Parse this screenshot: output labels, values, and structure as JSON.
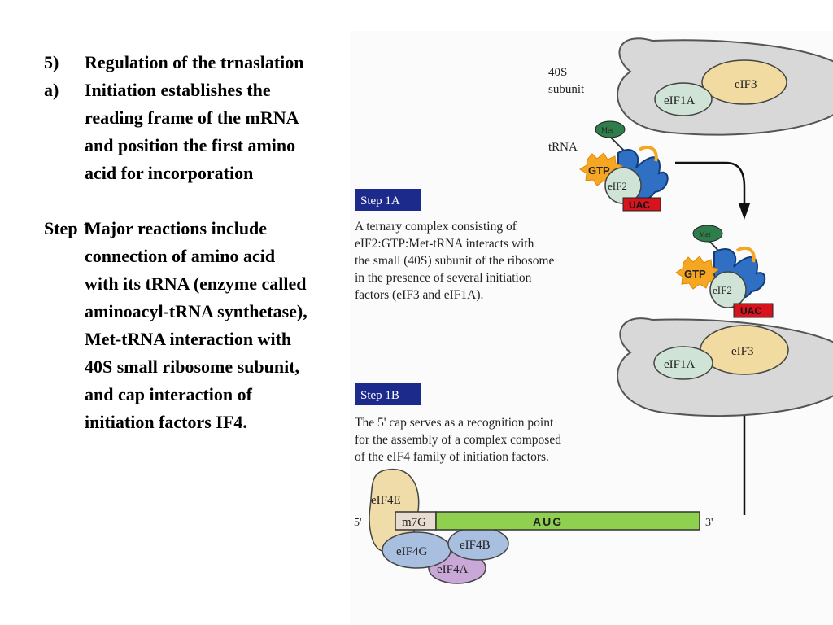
{
  "text": {
    "heading_num": "5)",
    "heading": "Regulation of the trnaslation",
    "item_a_marker": "a)",
    "item_a": "Initiation establishes the reading frame of the mRNA and position the first amino acid for incorporation",
    "step1_lead": "Step 1",
    "step1": "Major reactions include connection of amino acid with its tRNA (enzyme called aminoacyl-tRNA synthetase), Met-tRNA interaction with 40S small ribosome subunit, and cap interaction of initiation factors IF4."
  },
  "figure": {
    "label_40s_1": "40S",
    "label_40s_2": "subunit",
    "label_trna": "tRNA",
    "eif3": "eIF3",
    "eif1a": "eIF1A",
    "met": "Met",
    "gtp": "GTP",
    "eif2": "eIF2",
    "uac": "UAC",
    "step1a": "Step 1A",
    "step1a_caption": [
      "A ternary complex consisting of",
      "eIF2:GTP:Met-tRNA interacts with",
      "the small (40S) subunit of the ribosome",
      "in the presence of several initiation",
      "factors (eIF3 and eIF1A)."
    ],
    "step1b": "Step 1B",
    "step1b_caption": [
      "The 5' cap serves as a recognition point",
      "for the assembly of a complex composed",
      "of the eIF4 family of initiation factors."
    ],
    "eif4e": "eIF4E",
    "cap": "m7G",
    "aug": "AUG",
    "five_prime": "5'",
    "three_prime": "3'",
    "eif4g": "eIF4G",
    "eif4b": "eIF4B",
    "eif4a": "eIF4A",
    "colors": {
      "ribosome": "#d8d8d8",
      "eif3": "#f2dba0",
      "eif1a": "#cfe3d6",
      "gtp": "#f5a623",
      "uac": "#d7141e",
      "trna": "#2f6fc4",
      "step_box": "#1c2a8c",
      "mrna": "#8fd14f",
      "cap": "#e8dcd0",
      "eif4e": "#f0dca8",
      "eif4g": "#a9bfe0",
      "eif4a": "#c9a8d8"
    }
  }
}
